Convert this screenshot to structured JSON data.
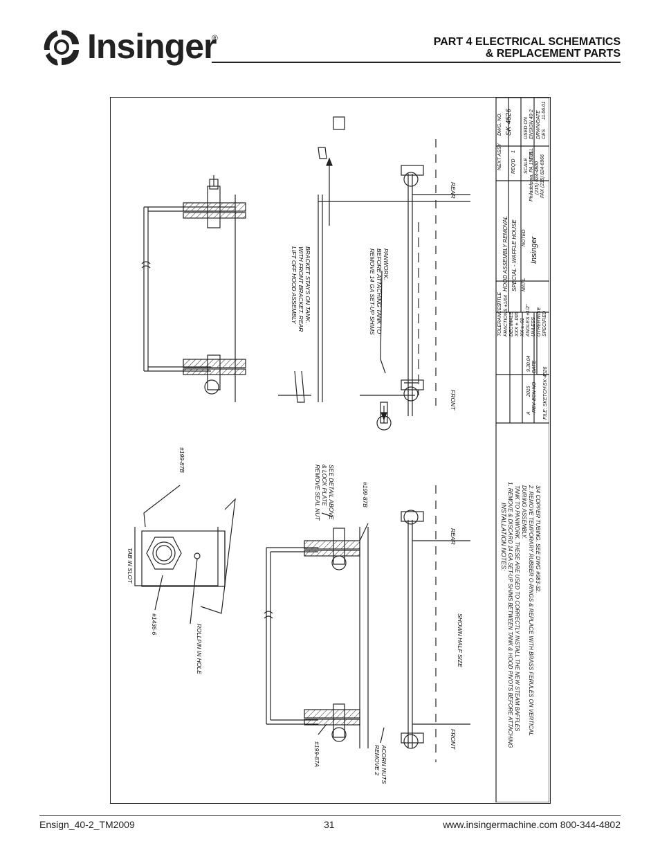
{
  "header": {
    "brand": "Insinger",
    "registered": "®",
    "part_line1": "PART 4   ELECTRICAL SCHEMATICS",
    "part_line2": "& REPLACEMENT PARTS"
  },
  "drawing": {
    "callouts": {
      "tab_in_slot": "TAB IN SLOT",
      "p199_87b_top": "#199-87B",
      "p1436_6": "#1436-6",
      "rollpin": "ROLLPIN IN HOLE",
      "remove_seal_nut_1": "REMOVE SEAL NUT",
      "remove_seal_nut_2": "& LOCK PLATE",
      "remove_seal_nut_3": "SEE DETAIL ABOVE",
      "p199_87b_mid": "#199-87B",
      "shown_half_size": "SHOWN HALF SIZE",
      "p199_87a": "#199-87A",
      "remove_acorn_1": "REMOVE 2",
      "remove_acorn_2": "ACORN NUTS",
      "lift_off_1": "LIFT OFF HOOD ASSEMBLY",
      "lift_off_2": "WITH FRONT BRACKET. REAR",
      "lift_off_3": "BRACKET STAYS ON TANK.",
      "remove_shims_1": "REMOVE 14 GA SET-UP SHIMS",
      "remove_shims_2": "BEFORE ATTACHING TANK TO",
      "remove_shims_3": "PANWORK.",
      "front_a": "FRONT",
      "rear_a": "REAR",
      "front_b": "FRONT",
      "rear_b": "REAR"
    },
    "notes": {
      "heading": "INSTALLATION NOTES:",
      "n1a": "1.  REMOVE & DISCARD 14 GA SET-UP SHIMS BETWEEN TANK & HOOD PIVOTS BEFORE ATTACHING",
      "n1b": "TANK TO PANWORK. THESE ARE USED TO CORRECTLY INSTALL THE NEW STEAM BAFFLES",
      "n1c": "DURING ASSEMBLY.",
      "n2a": "2.  REMOVE TEMPORARY RUBBER O-RINGS & REPLACE WITH BRASS FERULES ON VERTICAL",
      "n2b": "3/4 COPPER TUBING.  SEE DWG #983-32."
    },
    "title_block": {
      "rev_hdr": "REV",
      "ecn_hdr": "ECN NO",
      "date_hdr": "DATE",
      "rev": "A",
      "ecn": "2015",
      "date": "9.30.04",
      "file": "FILE: SKETCH\\SK-4526",
      "tolerances": "TOLERANCES",
      "tol1": "FRACTIONS ±1/64",
      "tol2": "DECIMALS",
      "tol3": "XXX ± .005",
      "tol4": "XX ±  .01",
      "tol5": "ANGLES ±1/2°",
      "tol6": "UNLESS",
      "tol7": "OTHERWISE",
      "tol8": "SPECIFIED",
      "title_lbl": "TITLE",
      "title1": "HOOD ASSEMBLY REMOVAL",
      "title2": "SPECIAL - WAFFLE HOUSE",
      "matl_lbl": "MAT'L",
      "matl": "NOTED",
      "company": "Insinger",
      "addr1": "Philadelphia, PA 19135",
      "addr2": "(215) 624-4800",
      "addr3": "FAX (215) 624-6966",
      "next_assy": "NEXT ASSY",
      "dwg_no_lbl": "DWG. NO.",
      "dwg_no": "SK-4526",
      "reqd_lbl": "REQ'D",
      "reqd": "1",
      "scale_lbl": "SCALE",
      "scale": "FULL",
      "used_on_lbl": "USED ON",
      "used_on": "ENSIGN 40-2",
      "drwn_lbl": "DRWN/DATE",
      "drwn": "CES",
      "drwn_date": "11.06.01"
    }
  },
  "footer": {
    "doc": "Ensign_40-2_TM2009",
    "page": "31",
    "contact": "www.insingermachine.com   800-344-4802"
  }
}
